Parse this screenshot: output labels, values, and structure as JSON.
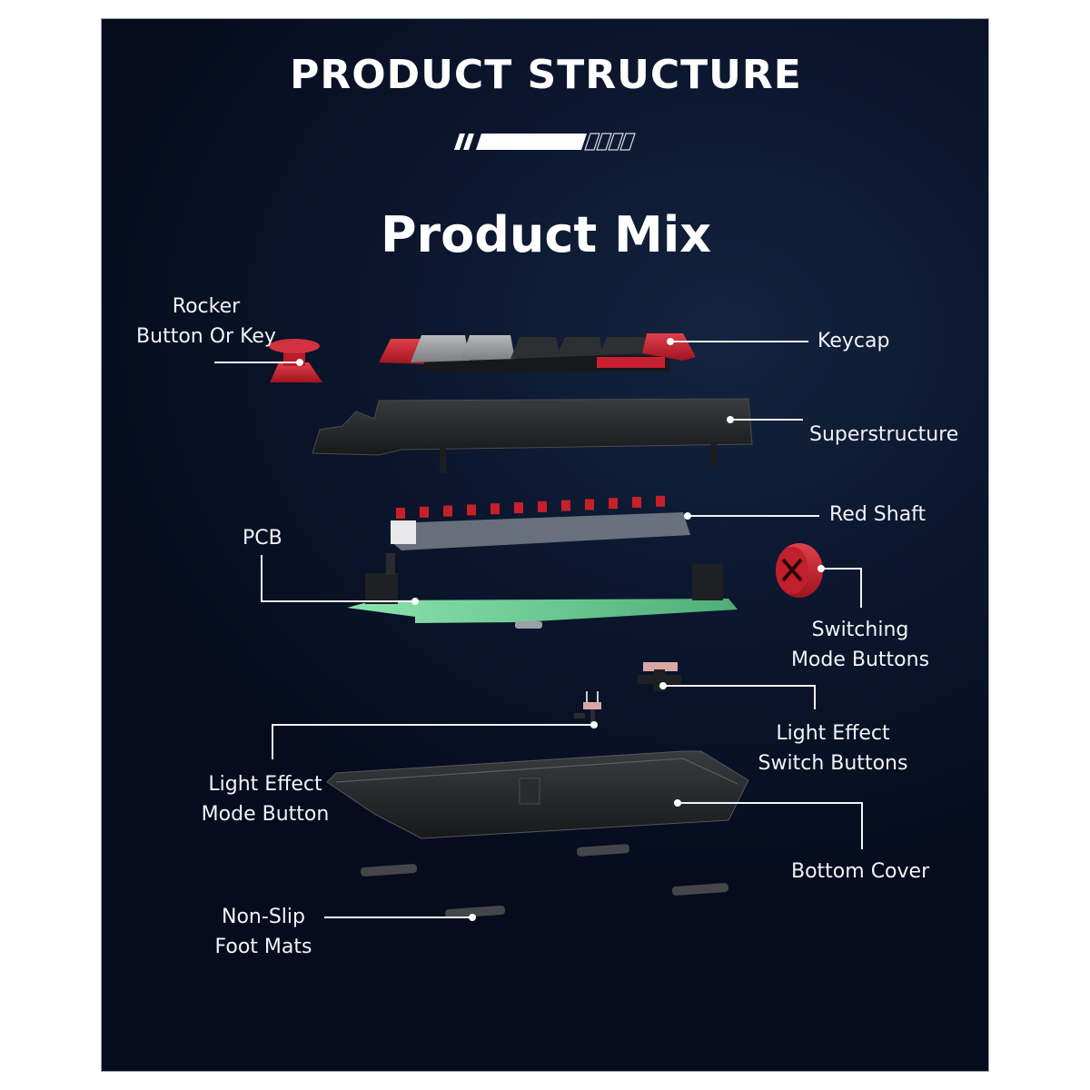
{
  "header": {
    "title": "PRODUCT STRUCTURE",
    "subtitle": "Product Mix"
  },
  "colors": {
    "background": "#0c1830",
    "text": "#ffffff",
    "accent_red": "#c8202a",
    "pcb_green": "#6fd39a",
    "plastic_black": "#2a2b2e"
  },
  "progress_ornament": {
    "filled_segments": 1,
    "outline_segments": 5
  },
  "labels": {
    "rocker": [
      "Rocker",
      "Button Or Key"
    ],
    "keycap": "Keycap",
    "superstructure": "Superstructure",
    "red_shaft": "Red Shaft",
    "pcb": "PCB",
    "switching_mode": [
      "Switching",
      "Mode Buttons"
    ],
    "light_effect_switch": [
      "Light Effect",
      "Switch Buttons"
    ],
    "light_effect_mode": [
      "Light Effect",
      "Mode Button"
    ],
    "bottom_cover": "Bottom Cover",
    "foot_mats": [
      "Non-Slip",
      "Foot Mats"
    ]
  }
}
